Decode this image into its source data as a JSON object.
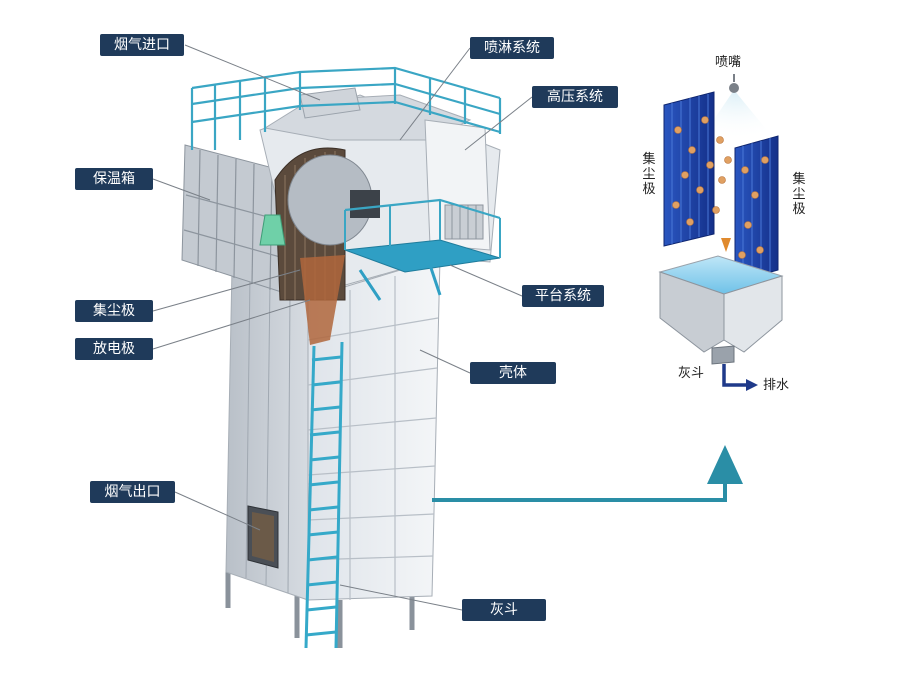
{
  "labels": {
    "flue_gas_inlet": "烟气进口",
    "spray_system": "喷淋系统",
    "high_voltage_system": "高压系统",
    "insulation_box": "保温箱",
    "dust_collecting_electrode": "集尘极",
    "discharge_electrode": "放电极",
    "platform_system": "平台系统",
    "shell": "壳体",
    "flue_gas_outlet": "烟气出口",
    "ash_hopper": "灰斗"
  },
  "inset": {
    "nozzle": "喷嘴",
    "collector_left": "集尘极",
    "collector_right": "集尘极",
    "ash_hopper": "灰斗",
    "drainage": "排水"
  },
  "colors": {
    "label_bg": "#1f3a5a",
    "railing": "#3aa6c4",
    "plate": "#1d3f9e",
    "arrow": "#2a8ea6"
  }
}
